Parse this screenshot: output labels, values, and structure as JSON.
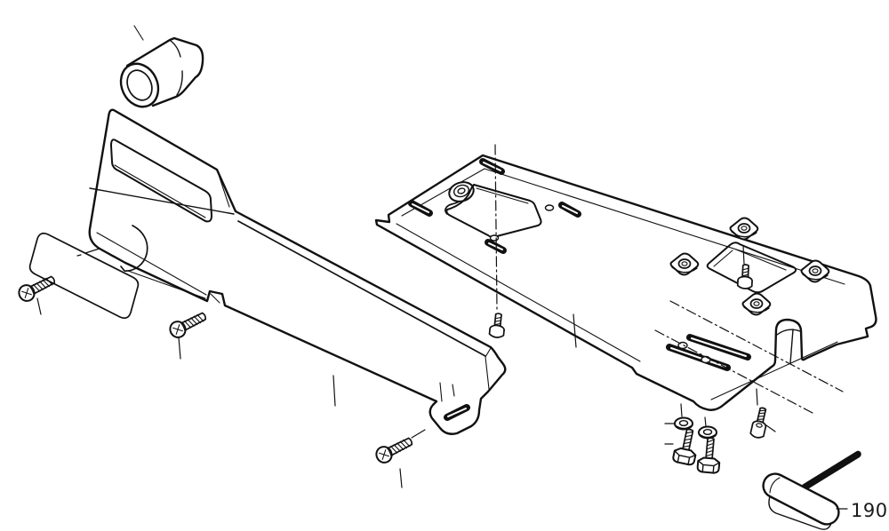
{
  "page": {
    "number_label": "190"
  },
  "diagram": {
    "background": "#ffffff",
    "line_color": "#111111",
    "type": "exploded-parts-diagram",
    "parts": [
      {
        "name": "bushing-cap"
      },
      {
        "name": "top-cover"
      },
      {
        "name": "cover-window"
      },
      {
        "name": "name-plate"
      },
      {
        "name": "pan-head-screw-left"
      },
      {
        "name": "pan-head-screw-middle"
      },
      {
        "name": "pan-head-screw-bottom"
      },
      {
        "name": "machine-screw-center"
      },
      {
        "name": "base-plate"
      },
      {
        "name": "machine-screw-right"
      },
      {
        "name": "washer-left"
      },
      {
        "name": "washer-right"
      },
      {
        "name": "hex-bolt-left"
      },
      {
        "name": "hex-bolt-right"
      },
      {
        "name": "socket-head-screw"
      },
      {
        "name": "hex-key"
      }
    ]
  }
}
